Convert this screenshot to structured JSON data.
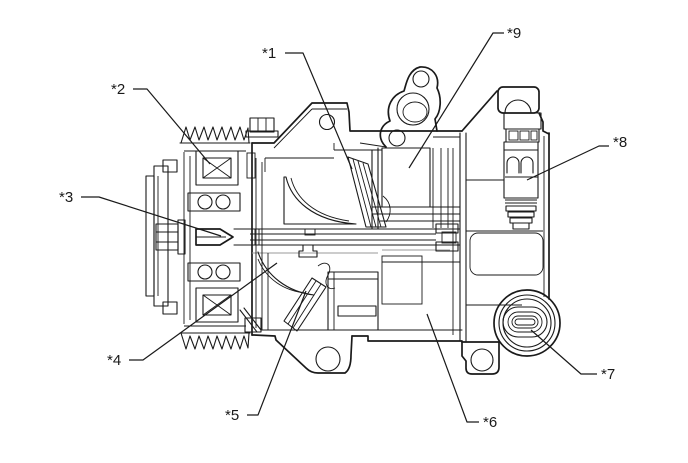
{
  "figure": {
    "background_color": "#ffffff",
    "line_color": "#1a1a1a",
    "secondary_line_color": "#999999",
    "label_color": "#1a1a1a"
  },
  "callouts": [
    {
      "label": "*1"
    },
    {
      "label": "*2"
    },
    {
      "label": "*3"
    },
    {
      "label": "*4"
    },
    {
      "label": "*5"
    },
    {
      "label": "*6"
    },
    {
      "label": "*7"
    },
    {
      "label": "*8"
    },
    {
      "label": "*9"
    }
  ]
}
